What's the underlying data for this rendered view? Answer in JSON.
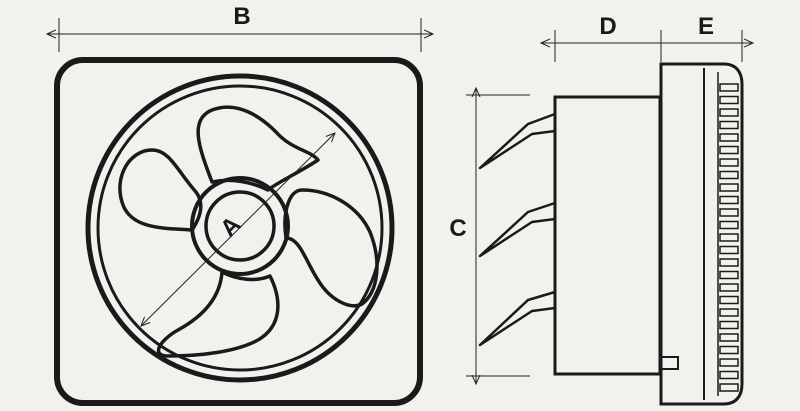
{
  "dimensions": {
    "a_label": "A",
    "b_label": "B",
    "c_label": "C",
    "d_label": "D",
    "e_label": "E"
  },
  "colors": {
    "background": "#f2f1ee",
    "stroke": "#1a1a1a"
  },
  "views": [
    "front-view",
    "side-view"
  ]
}
